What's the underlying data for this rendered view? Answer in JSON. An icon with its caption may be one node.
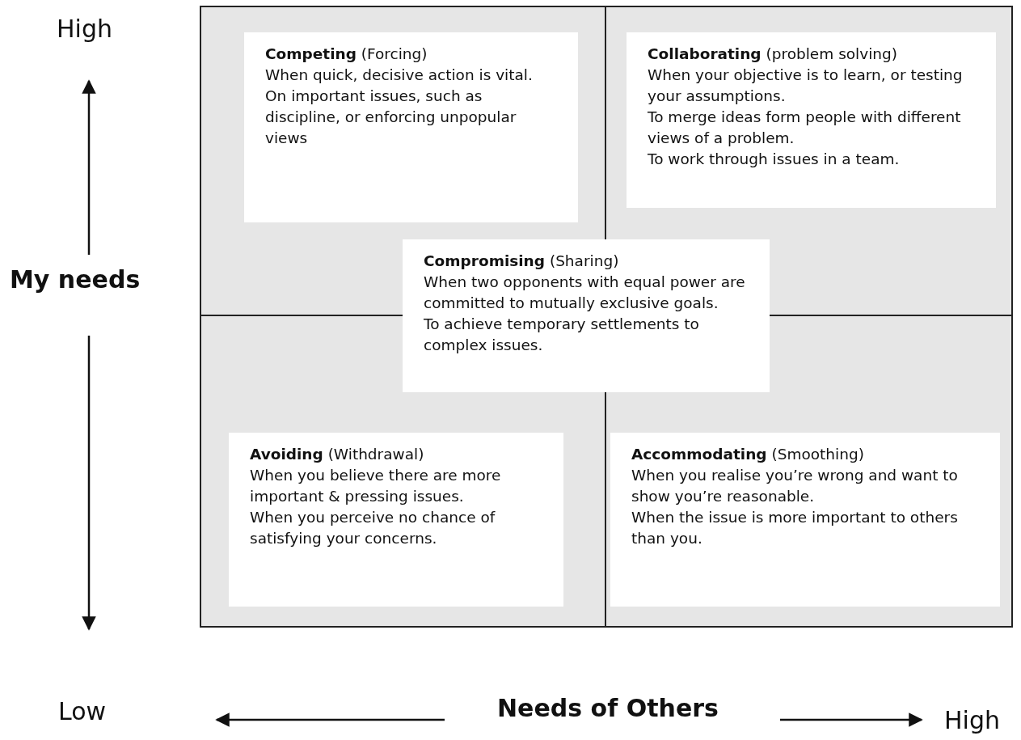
{
  "diagram": {
    "nodes": [
      {
        "text": [
          "**Competing** (Forcing)",
          "When quick, decisive action is vital.",
          "On important issues, such as discipline, or enforcing unpopular views"
        ]
      },
      {
        "text": [
          "**Collaborating** (problem solving)",
          "When your objective is to learn, or testing your assumptions.",
          "To merge ideas form people with different views of a problem.",
          "To work through issues in a team."
        ]
      },
      {
        "text": [
          "**Compromising** (Sharing)",
          "When two opponents with equal power are committed to mutually exclusive goals.",
          "To achieve temporary settlements to complex issues."
        ]
      },
      {
        "text": [
          "**Avoiding** (Withdrawal)",
          "When you believe there are more important & pressing issues.",
          "When you perceive no chance of satisfying your concerns."
        ]
      },
      {
        "text": [
          "**Accommodating** (Smoothing)",
          "When you realise you’re wrong and want to show you’re reasonable.",
          "When the issue is more important to others than you."
        ]
      }
    ],
    "labels": [
      "High",
      "My needs",
      "Low",
      "Needs of Others",
      "High"
    ]
  }
}
